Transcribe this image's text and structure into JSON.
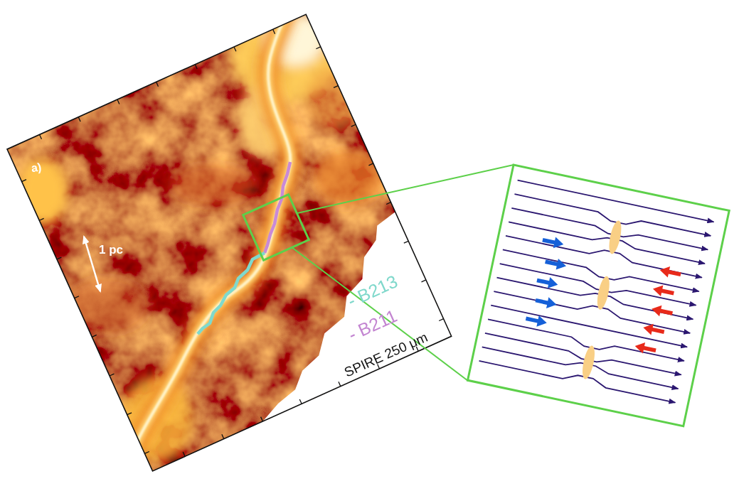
{
  "diagram": {
    "labels": [
      "a)",
      "1 pc",
      "- B213",
      "- B211",
      "SPIRE 250 μm"
    ]
  }
}
